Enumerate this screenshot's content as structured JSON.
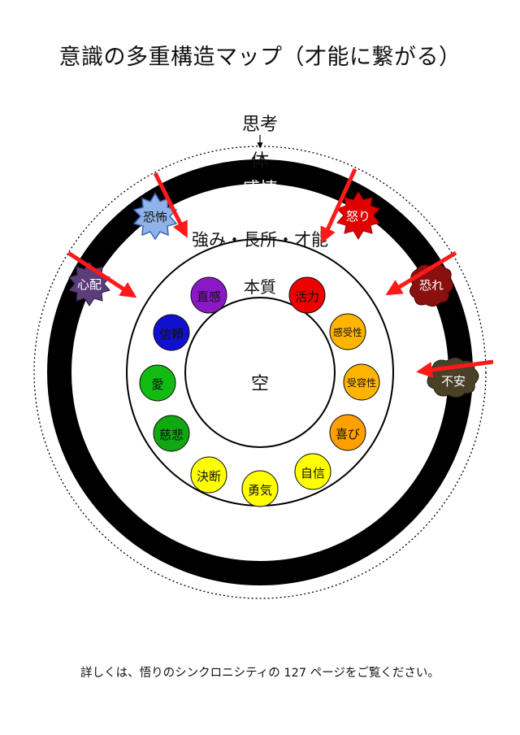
{
  "title": "意識の多重構造マップ（才能に繋がる）",
  "footer": "詳しくは、悟りのシンクロニシティの 127 ページをご覧ください。",
  "layers": {
    "thought": "思考",
    "body": "体",
    "emotion": "感情",
    "strengths": "強み・長所・才能",
    "essence": "本質",
    "void": "空"
  },
  "negatives": [
    {
      "label": "恐怖",
      "fill": "#8fb3e8",
      "text_color": "#111111"
    },
    {
      "label": "怒り",
      "fill": "#e00000",
      "text_color": "#ffffff"
    },
    {
      "label": "心配",
      "fill": "#5b3d7a",
      "text_color": "#ffffff"
    },
    {
      "label": "恐れ",
      "fill": "#8a1010",
      "text_color": "#ffffff"
    },
    {
      "label": "不安",
      "fill": "#4a4028",
      "text_color": "#ffffff"
    }
  ],
  "essences": [
    {
      "label": "直感",
      "fill": "#8a18c4"
    },
    {
      "label": "活力",
      "fill": "#ee0000"
    },
    {
      "label": "信頼",
      "fill": "#1010d0"
    },
    {
      "label": "感受性",
      "fill": "#ffb400"
    },
    {
      "label": "受容性",
      "fill": "#ffb400"
    },
    {
      "label": "愛",
      "fill": "#11bb11"
    },
    {
      "label": "喜び",
      "fill": "#ffa000"
    },
    {
      "label": "慈悲",
      "fill": "#11a811"
    },
    {
      "label": "自信",
      "fill": "#ffff00"
    },
    {
      "label": "決断",
      "fill": "#ffff00"
    },
    {
      "label": "勇気",
      "fill": "#ffff00"
    }
  ],
  "colors": {
    "arrow": "#ff1a1a",
    "ring": "#000000"
  }
}
